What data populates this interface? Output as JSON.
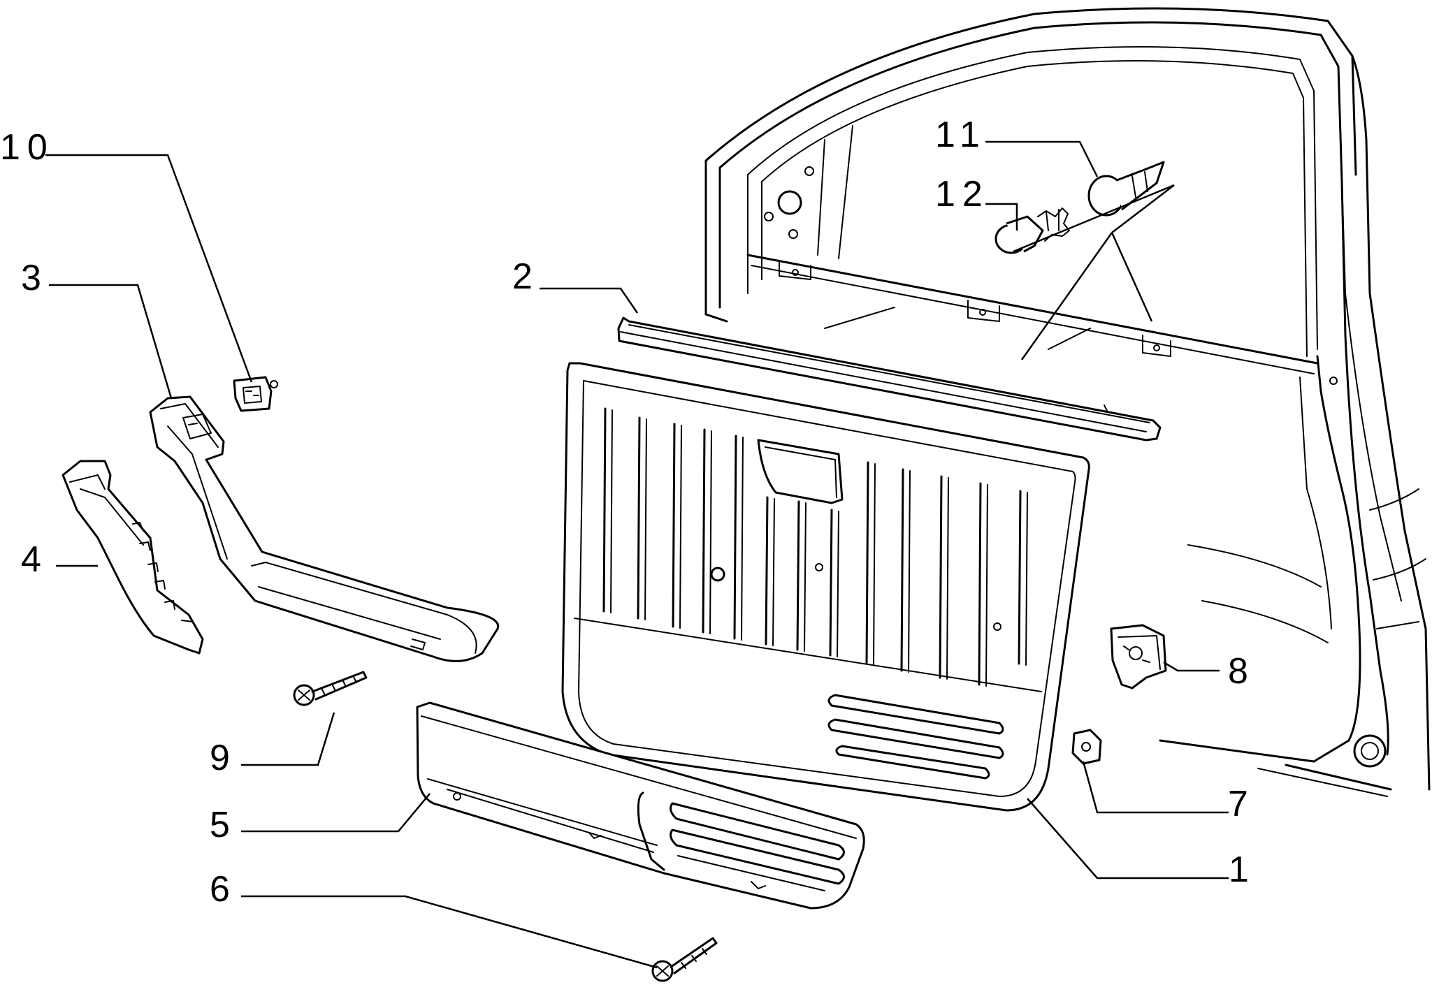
{
  "callouts": {
    "c1": "1",
    "c2": "2",
    "c3": "3",
    "c4": "4",
    "c5": "5",
    "c6": "6",
    "c7": "7",
    "c8": "8",
    "c9": "9",
    "c10": "10",
    "c11": "11",
    "c12": "12"
  },
  "colors": {
    "ink": "#000000",
    "paper": "#ffffff"
  }
}
